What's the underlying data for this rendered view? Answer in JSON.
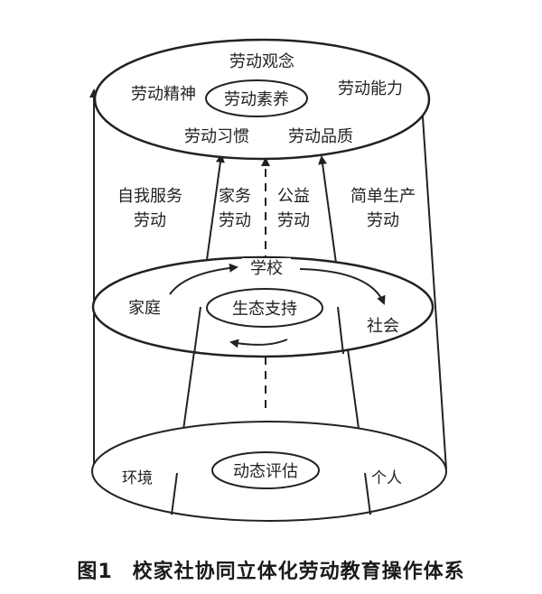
{
  "top_ellipse": {
    "center": "劳动素养",
    "items": [
      "劳动观念",
      "劳动精神",
      "劳动能力",
      "劳动习惯",
      "劳动品质"
    ]
  },
  "pathways": {
    "self_service": [
      "自我服务",
      "劳动"
    ],
    "housework": [
      "家务",
      "劳动"
    ],
    "public_welfare": [
      "公益",
      "劳动"
    ],
    "simple_production": [
      "简单生产",
      "劳动"
    ]
  },
  "middle_ellipse": {
    "center": "生态支持",
    "school": "学校",
    "family": "家庭",
    "society": "社会"
  },
  "bottom_ellipse": {
    "center": "动态评估",
    "environment": "环境",
    "individual": "个人"
  },
  "caption": {
    "figure_no": "图1",
    "title": "校家社协同立体化劳动教育操作体系"
  },
  "colors": {
    "stroke": "#222222",
    "background": "#ffffff"
  }
}
